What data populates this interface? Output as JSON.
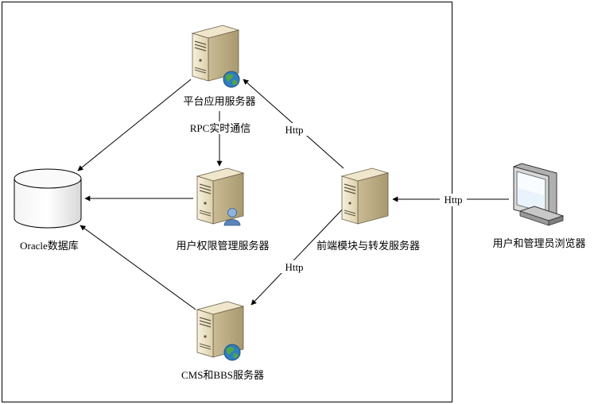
{
  "nodes": {
    "platform_server": "平台应用服务器",
    "auth_server": "用户权限管理服务器",
    "oracle_db": "Oracle数据库",
    "frontend_server": "前端模块与转发服务器",
    "cms_bbs_server": "CMS和BBS服务器",
    "browser": "用户和管理员浏览器"
  },
  "edges": {
    "rpc_label": "RPC实时通信",
    "http_frontend_platform": "Http",
    "http_frontend_cms": "Http",
    "http_browser_frontend": "Http"
  },
  "colors": {
    "server_body": "#e9dfc4",
    "server_side": "#b9ab86",
    "globe": "#3f8f3a",
    "user": "#5b84b8"
  }
}
